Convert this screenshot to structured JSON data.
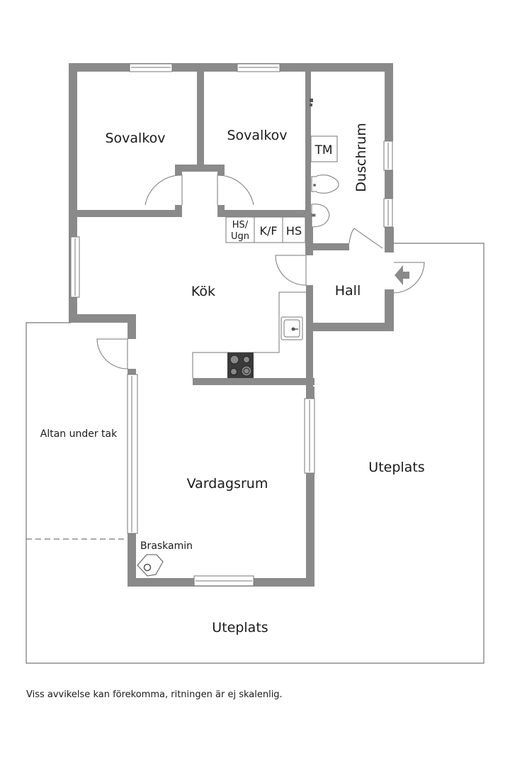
{
  "plan": {
    "wall_color": "#8a8a8a",
    "outline_color": "#777777",
    "rooms": {
      "bedroom_1": "Sovalkov",
      "bedroom_2": "Sovalkov",
      "bathroom": "Duschrum",
      "kitchen": "Kök",
      "hall": "Hall",
      "living_room": "Vardagsrum",
      "covered_deck": "Altan under tak",
      "patio_right": "Uteplats",
      "patio_bottom": "Uteplats"
    },
    "fixtures": {
      "washing_machine": "TM",
      "wardrobe_oven_1": "HS/",
      "wardrobe_oven_2": "Ugn",
      "fridge_freezer": "K/F",
      "wardrobe": "HS",
      "fireplace": "Braskamin"
    }
  },
  "footer": {
    "disclaimer": "Viss avvikelse kan förekomma, ritningen är ej skalenlig."
  }
}
